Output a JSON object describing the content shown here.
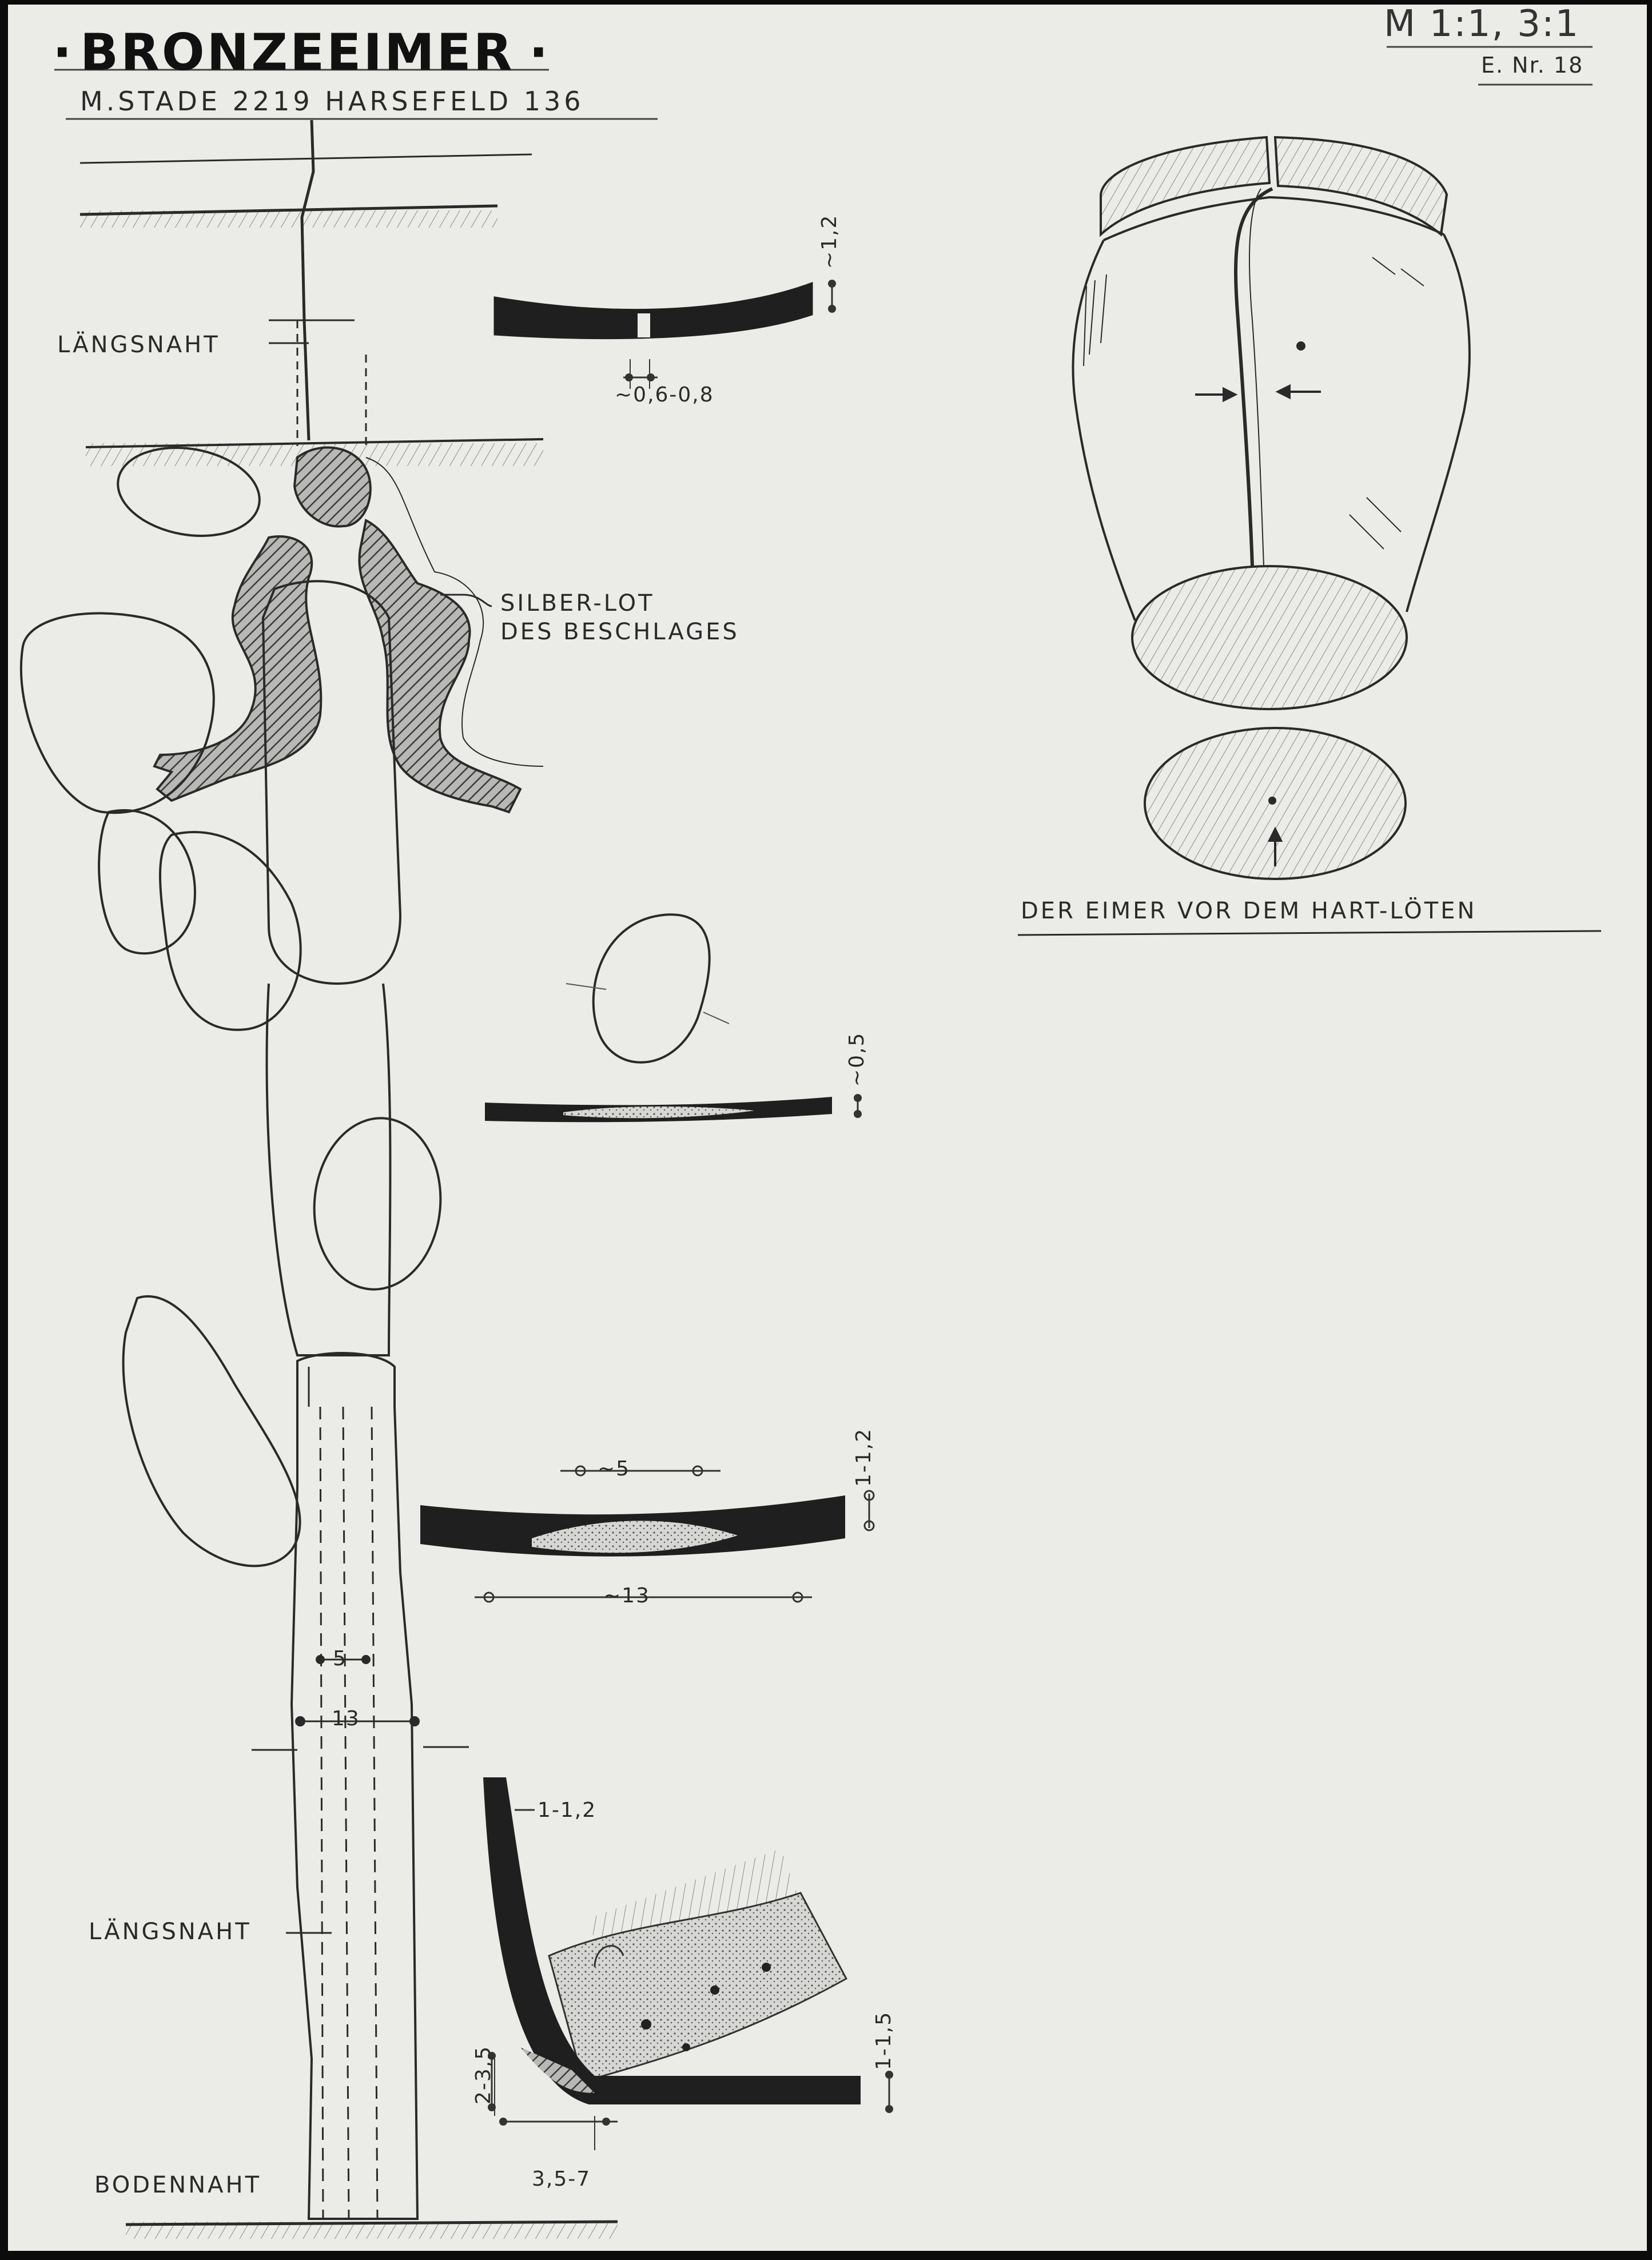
{
  "title": "BRONZEEIMER",
  "title_dot": "·",
  "subtitle": "M.STADE 2219   HARSEFELD 136",
  "scale": "M 1:1, 3:1",
  "entry_number": "E. Nr. 18",
  "labels": {
    "laengsnaht_top": "LÄNGSNAHT",
    "silber_lot_1": "SILBER-LOT",
    "silber_lot_2": "DES BESCHLAGES",
    "laengsnaht_bottom": "LÄNGSNAHT",
    "bodennaht": "BODENNAHT",
    "eimer_caption": "DER EIMER VOR DEM HART-LÖTEN"
  },
  "dimensions": {
    "sec1_thickness": "~1,2",
    "sec1_gap": "~0,6-0,8",
    "sec2_thickness": "~0,5",
    "sec3_width_small": "~5",
    "sec3_width_large": "~13",
    "sec3_thickness": "1-1,2",
    "strip_width_small": "5",
    "strip_width_large": "13",
    "base_wall": "1-1,2",
    "base_floor": "1-1,5",
    "base_height": "2-3,5",
    "base_length": "3,5-7"
  },
  "colors": {
    "paper": "#ebebe8",
    "ink": "#1e1e1e",
    "hatch": "#6f6f6f",
    "border": "#0b0b0b"
  }
}
